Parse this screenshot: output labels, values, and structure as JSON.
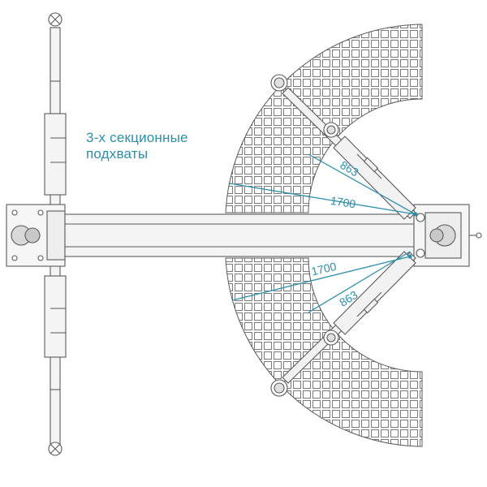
{
  "caption": {
    "line1": "3-х секционные",
    "line2": "подхваты"
  },
  "dimensions": {
    "short_reach": "863",
    "long_reach": "1700"
  },
  "colors": {
    "accent": "#2a8fae",
    "line": "#5a5a5a",
    "fill": "#f2f2f2"
  }
}
